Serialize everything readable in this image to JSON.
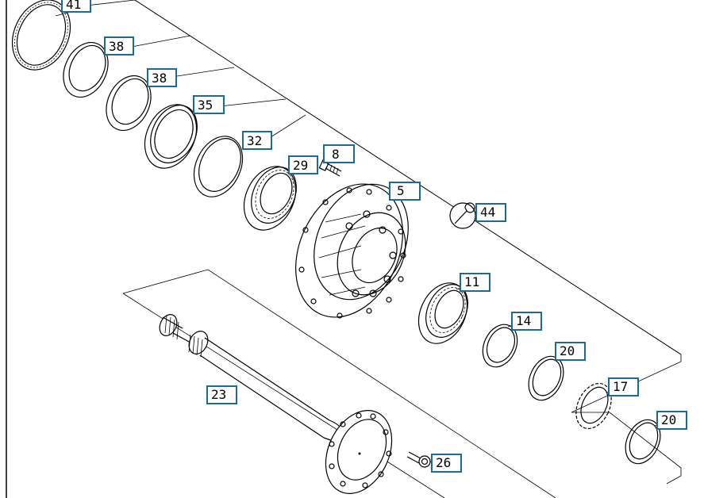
{
  "diagram": {
    "callouts": [
      {
        "id": "41",
        "label": "41",
        "part": "seal"
      },
      {
        "id": "38a",
        "label": "38",
        "part": "ring"
      },
      {
        "id": "38b",
        "label": "38",
        "part": "ring"
      },
      {
        "id": "35",
        "label": "35",
        "part": "seal"
      },
      {
        "id": "32",
        "label": "32",
        "part": "ring"
      },
      {
        "id": "29",
        "label": "29",
        "part": "bearing"
      },
      {
        "id": "8",
        "label": "8",
        "part": "bolt"
      },
      {
        "id": "5",
        "label": "5",
        "part": "hub"
      },
      {
        "id": "44",
        "label": "44",
        "part": "tool"
      },
      {
        "id": "11",
        "label": "11",
        "part": "bearing"
      },
      {
        "id": "14",
        "label": "14",
        "part": "ring"
      },
      {
        "id": "20a",
        "label": "20",
        "part": "nut"
      },
      {
        "id": "17",
        "label": "17",
        "part": "lock-washer"
      },
      {
        "id": "20b",
        "label": "20",
        "part": "nut"
      },
      {
        "id": "23",
        "label": "23",
        "part": "axle-shaft"
      },
      {
        "id": "26",
        "label": "26",
        "part": "bolt"
      }
    ],
    "colors": {
      "callout_border": "#1a6a9a",
      "line": "#000000",
      "background": "#ffffff"
    }
  }
}
